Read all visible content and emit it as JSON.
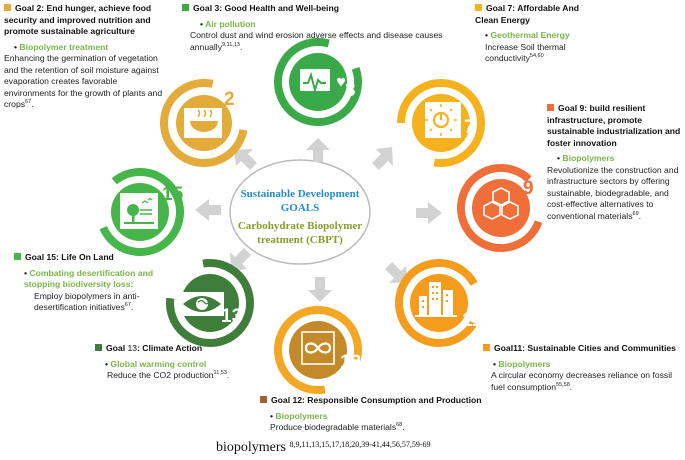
{
  "center": {
    "line1": "Sustainable Development",
    "line2": "GOALS",
    "line3": "Carbohydrate Biopolymer",
    "line4": "treatment (CBPT)"
  },
  "goals": [
    {
      "id": "g2",
      "number": "2",
      "icon": "food-bowl-icon",
      "color": "#e3ab3a",
      "title": "Goal 2: End hunger, achieve food security and improved nutrition and promote sustainable agriculture",
      "subtitle": "Biopolymer treatment",
      "text": "Enhancing the germination of vegetation and the retention of soil moisture against evaporation creates favorable environments for the growth of plants and crops",
      "refs": "67"
    },
    {
      "id": "g3",
      "number": "3",
      "icon": "heartbeat-icon",
      "color": "#3aa948",
      "title": "Goal 3: Good Health and Well-being",
      "subtitle": "Air pollution",
      "text": "Control dust and wind erosion adverse effects and disease causes annually",
      "refs": "9,11,13"
    },
    {
      "id": "g7",
      "number": "7",
      "icon": "sun-power-icon",
      "color": "#f6b21c",
      "title": "Goal 7: Affordable And Clean Energy",
      "subtitle": "Geothermal Energy",
      "text": "Increase Soil thermal conductivity",
      "refs": "54,60"
    },
    {
      "id": "g9",
      "number": "9",
      "icon": "cubes-icon",
      "color": "#ef6e3a",
      "title": "Goal 9: build resilient infrastructure, promote sustainable industrialization and foster innovation",
      "subtitle": "Biopolymers",
      "text": "Revolutionize the construction and infrastructure sectors by offering sustainable, biodegradable, and cost-effective alternatives to conventional materials",
      "refs": "69"
    },
    {
      "id": "g11",
      "number": "11",
      "icon": "city-buildings-icon",
      "color": "#f59c1c",
      "title": "Goal11: Sustainable Cities and Communities",
      "subtitle": "Biopolymers",
      "text": "A circular economy decreases reliance on fossil fuel consumption",
      "refs": "55,58"
    },
    {
      "id": "g12",
      "number": "12",
      "icon": "infinity-icon",
      "color": "#c48a2a",
      "title": "Goal 12: Responsible Consumption and Production",
      "subtitle": "Biopolymers",
      "text": "Produce biodegradable materials",
      "refs": "68"
    },
    {
      "id": "g13",
      "number": "13",
      "icon": "eye-globe-icon",
      "color": "#3f7e3a",
      "title_a": "Goal ",
      "title_b": "13",
      "title_c": ": Climate Action",
      "subtitle": "Global warming control",
      "text": "Reduce the CO2 production",
      "refs": "11,53"
    },
    {
      "id": "g15",
      "number": "15",
      "icon": "tree-birds-icon",
      "color": "#46b54a",
      "title": "Goal 15: Life On Land",
      "subtitle": "Combating desertification and stopping biodiversity loss:",
      "text": "Employ biopolymers in anti-desertification initiatives",
      "refs": "67"
    }
  ],
  "footer": {
    "word": "biopolymers",
    "refs": "8,9,11,13,15,17,18,20,39-41,44,56,57,59-69"
  }
}
